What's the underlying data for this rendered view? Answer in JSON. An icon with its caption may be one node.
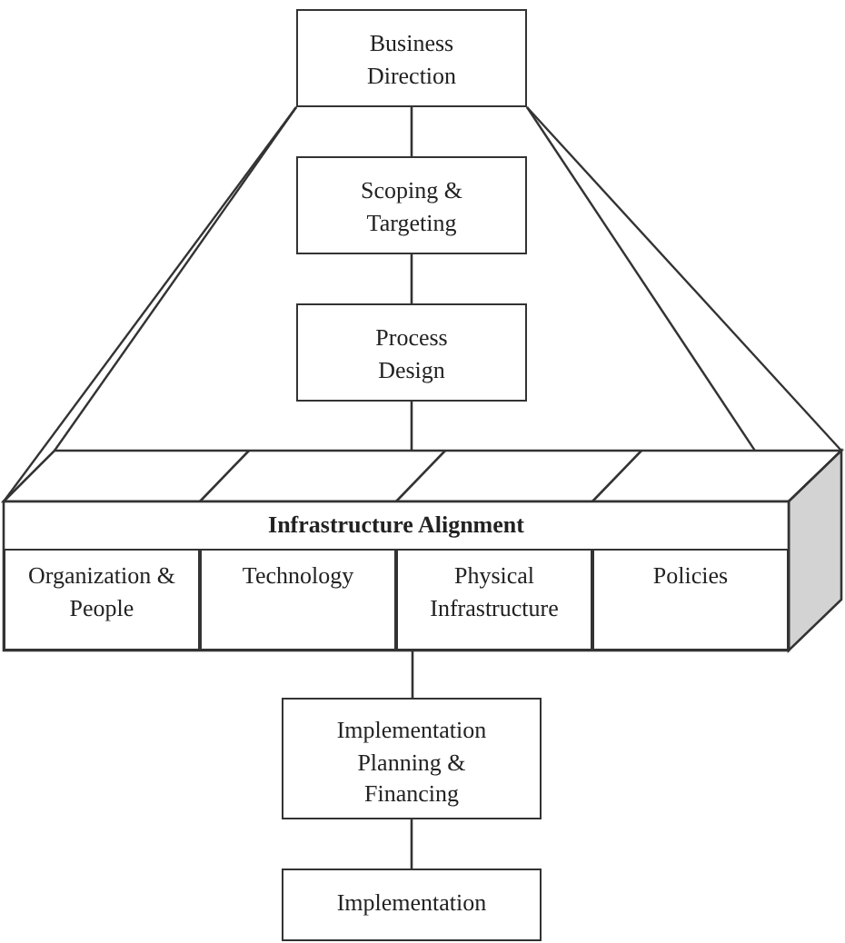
{
  "diagram": {
    "nodes": [
      {
        "text": [
          "Business Direction"
        ]
      },
      {
        "text": [
          "Scoping & Targeting"
        ]
      },
      {
        "text": [
          "Process Design"
        ]
      },
      {
        "text": [
          "Infrastructure Alignment"
        ]
      },
      {
        "text": [
          "Organization & People"
        ],
        "in": 3
      },
      {
        "text": [
          "Technology"
        ],
        "in": 3
      },
      {
        "text": [
          "Physical Infrastructure"
        ],
        "in": 3
      },
      {
        "text": [
          "Policies"
        ],
        "in": 3
      },
      {
        "text": [
          "Implementation Planning & Financing"
        ]
      },
      {
        "text": [
          "Implementation"
        ]
      }
    ],
    "edges": [
      {
        "from": 0,
        "to": 1,
        "arrow": "none"
      },
      {
        "from": 1,
        "to": 2,
        "arrow": "none"
      },
      {
        "from": 2,
        "to": 3,
        "arrow": "none"
      },
      {
        "from": 3,
        "to": 8,
        "arrow": "none"
      },
      {
        "from": 8,
        "to": 9,
        "arrow": "none"
      }
    ]
  }
}
